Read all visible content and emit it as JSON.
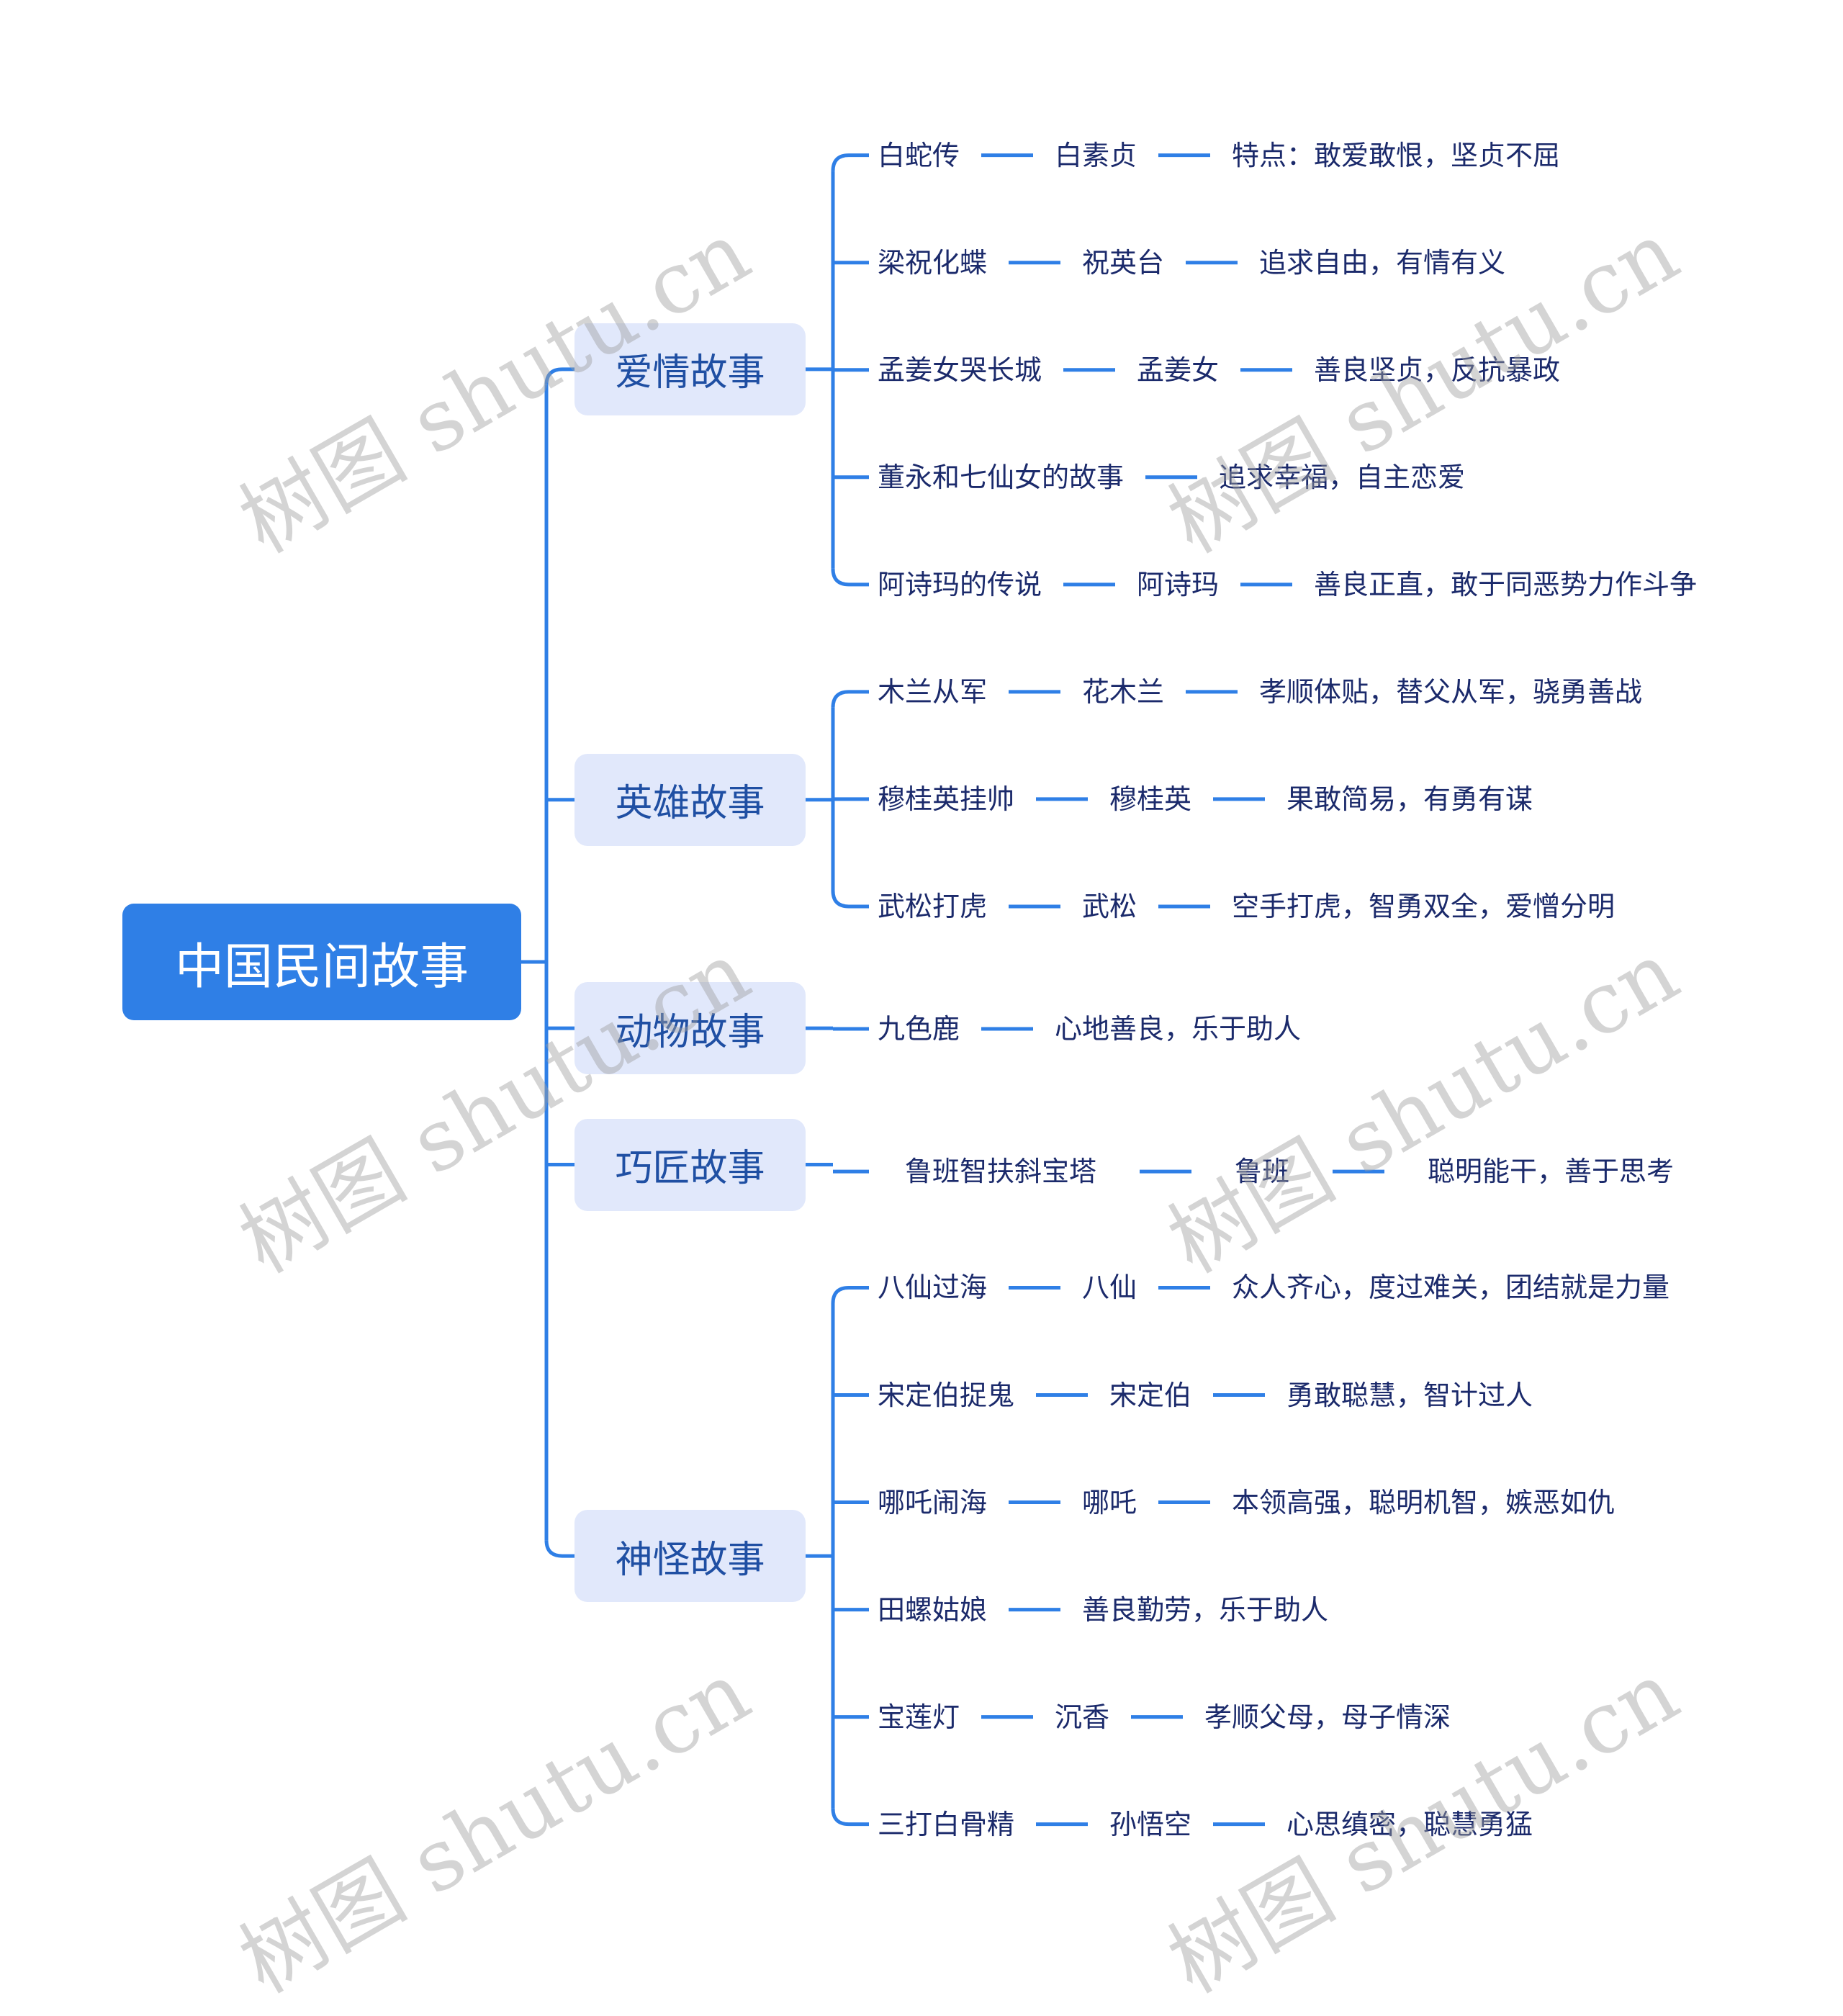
{
  "root": {
    "label": "中国民间故事",
    "color": "#2f7fe6"
  },
  "colors": {
    "line": "#2f7fe6",
    "branch_bg": "#e1e8fb",
    "branch_text": "#1f4fa3",
    "leaf_text": "#1b2a6b"
  },
  "watermark": "树图 shutu.cn",
  "branches": [
    {
      "label": "爱情故事",
      "rows": [
        [
          "白蛇传",
          "白素贞",
          "特点：敢爱敢恨，坚贞不屈"
        ],
        [
          "梁祝化蝶",
          "祝英台",
          "追求自由，有情有义"
        ],
        [
          "孟姜女哭长城",
          "孟姜女",
          "善良坚贞，反抗暴政"
        ],
        [
          "董永和七仙女的故事",
          "追求幸福，自主恋爱"
        ],
        [
          "阿诗玛的传说",
          "阿诗玛",
          "善良正直，敢于同恶势力作斗争"
        ]
      ]
    },
    {
      "label": "英雄故事",
      "rows": [
        [
          "木兰从军",
          "花木兰",
          "孝顺体贴，替父从军，骁勇善战"
        ],
        [
          "穆桂英挂帅",
          "穆桂英",
          "果敢简易，有勇有谋"
        ],
        [
          "武松打虎",
          "武松",
          "空手打虎，智勇双全，爱憎分明"
        ]
      ]
    },
    {
      "label": "动物故事",
      "rows": [
        [
          "九色鹿",
          "心地善良，乐于助人"
        ]
      ]
    },
    {
      "label": "巧匠故事",
      "rows": [
        [
          "鲁班智扶斜宝塔",
          "鲁班",
          "聪明能干，善于思考"
        ]
      ]
    },
    {
      "label": "神怪故事",
      "rows": [
        [
          "八仙过海",
          "八仙",
          "众人齐心，度过难关，团结就是力量"
        ],
        [
          "宋定伯捉鬼",
          "宋定伯",
          "勇敢聪慧，智计过人"
        ],
        [
          "哪吒闹海",
          "哪吒",
          "本领高强，聪明机智，嫉恶如仇"
        ],
        [
          "田螺姑娘",
          "善良勤劳，乐于助人"
        ],
        [
          "宝莲灯",
          "沉香",
          "孝顺父母，母子情深"
        ],
        [
          "三打白骨精",
          "孙悟空",
          "心思缜密，聪慧勇猛"
        ]
      ]
    }
  ]
}
